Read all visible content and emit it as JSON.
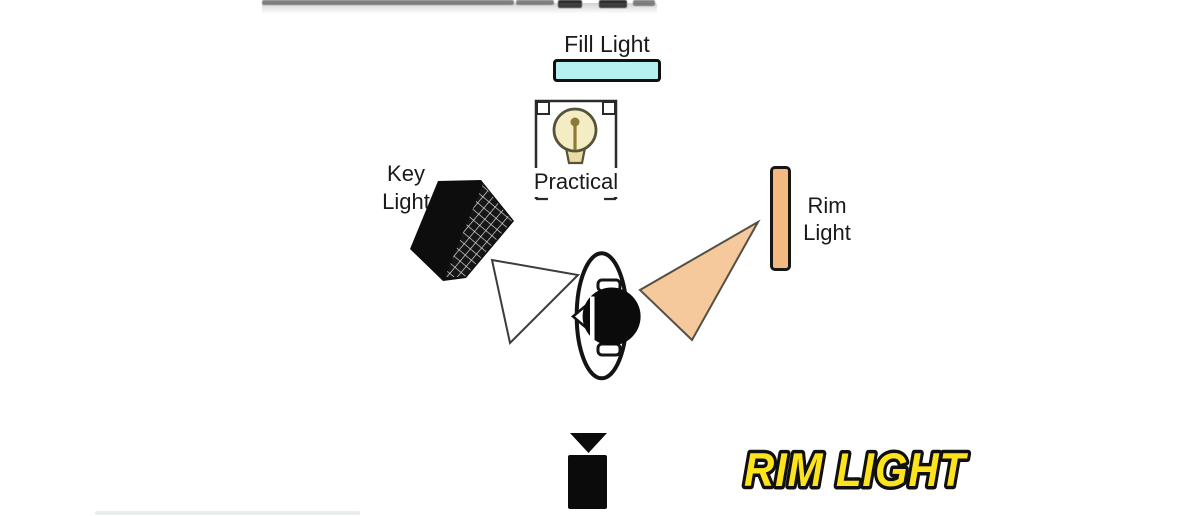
{
  "diagram": {
    "labels": {
      "fill_light": "Fill Light",
      "practical": "Practical",
      "key_light_line1": "Key",
      "key_light_line2": "Light",
      "rim_light_line1": "Rim",
      "rim_light_line2": "Light"
    },
    "wordmark": "RIM LIGHT",
    "icons": {
      "softbox": "softbox-icon",
      "bulb": "light-bulb-icon",
      "camera": "camera-icon",
      "subject": "subject-top-view-icon",
      "fill_panel": "fill-light-panel",
      "rim_panel": "rim-light-panel",
      "key_beam": "key-light-beam",
      "rim_beam": "rim-light-beam"
    },
    "colors": {
      "fill_panel": "#b6f1f1",
      "rim_panel": "#f2ba80",
      "rim_beam": "#f6c99c",
      "bulb_fill": "#f4ecc2",
      "bulb_outline": "#55533a",
      "wordmark_yellow": "#fde31c",
      "ink": "#1a1a1a"
    }
  }
}
